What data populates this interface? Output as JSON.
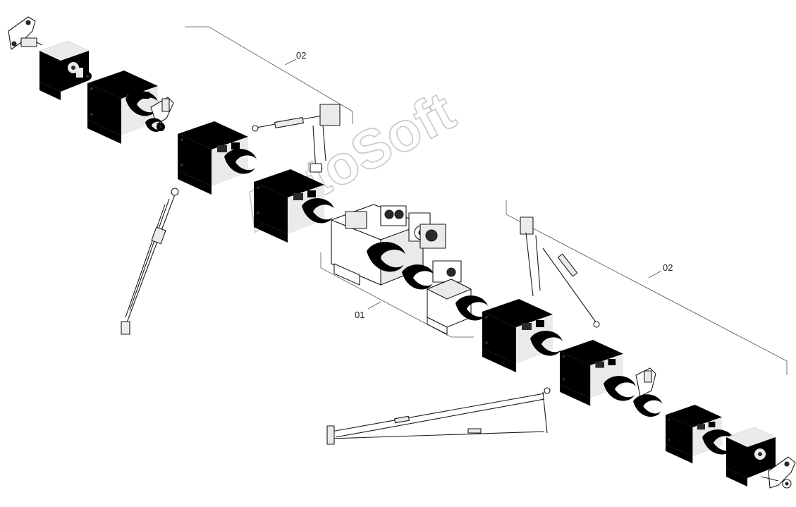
{
  "diagram": {
    "callouts": [
      {
        "id": "callout-02-upper",
        "label": "02"
      },
      {
        "id": "callout-01",
        "label": "01"
      },
      {
        "id": "callout-02-lower",
        "label": "02"
      }
    ],
    "watermark": "AutoSoft"
  }
}
